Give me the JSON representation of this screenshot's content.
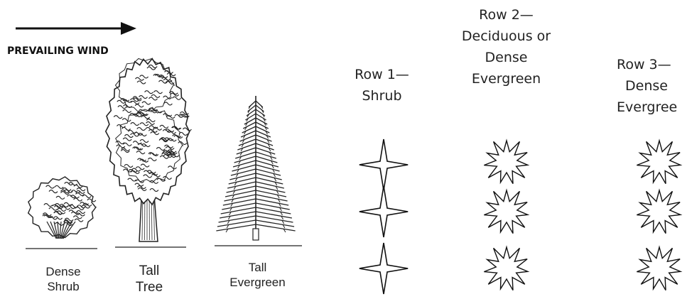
{
  "wind": {
    "label": "PREVAILING WIND"
  },
  "plants": [
    {
      "id": "dense-shrub",
      "lines": [
        "Dense",
        "Shrub"
      ]
    },
    {
      "id": "tall-tree",
      "lines": [
        "Tall",
        "Tree"
      ]
    },
    {
      "id": "tall-evergreen",
      "lines": [
        "Tall",
        "Evergreen"
      ]
    }
  ],
  "rows": [
    {
      "id": "row-1",
      "lines": [
        "Row 1—",
        "Shrub"
      ],
      "symbol": "four-point-star-icon",
      "count": 3
    },
    {
      "id": "row-2",
      "lines": [
        "Row 2—",
        "Deciduous or",
        "Dense",
        "Evergreen"
      ],
      "symbol": "starburst-icon",
      "count": 3
    },
    {
      "id": "row-3",
      "lines": [
        "Row 3—",
        "Dense",
        "Evergree"
      ],
      "symbol": "starburst-icon",
      "count": 3
    }
  ]
}
